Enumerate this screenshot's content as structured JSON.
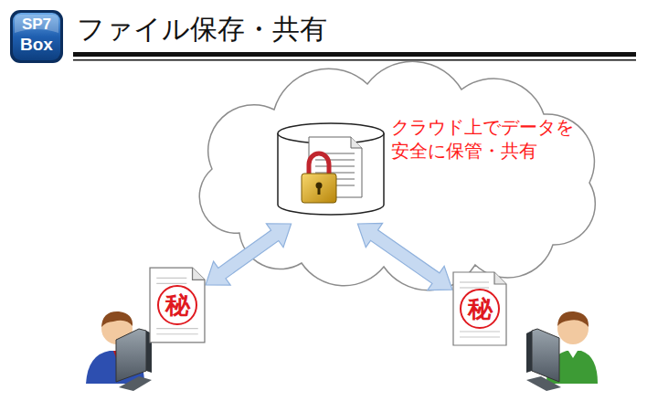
{
  "diagram": {
    "title": "ファイル保存・共有",
    "nodes": [
      {
        "text": [
          "クラウド上でデータを 安全に保管・共有"
        ]
      },
      {
        "text": [
          "秘"
        ]
      },
      {
        "text": [
          "秘"
        ]
      }
    ],
    "edges": [
      {
        "from": 0,
        "to": 1,
        "arrow": "both"
      },
      {
        "from": 0,
        "to": 2,
        "arrow": "both"
      }
    ],
    "labels": [
      "SP7",
      "Box"
    ]
  }
}
